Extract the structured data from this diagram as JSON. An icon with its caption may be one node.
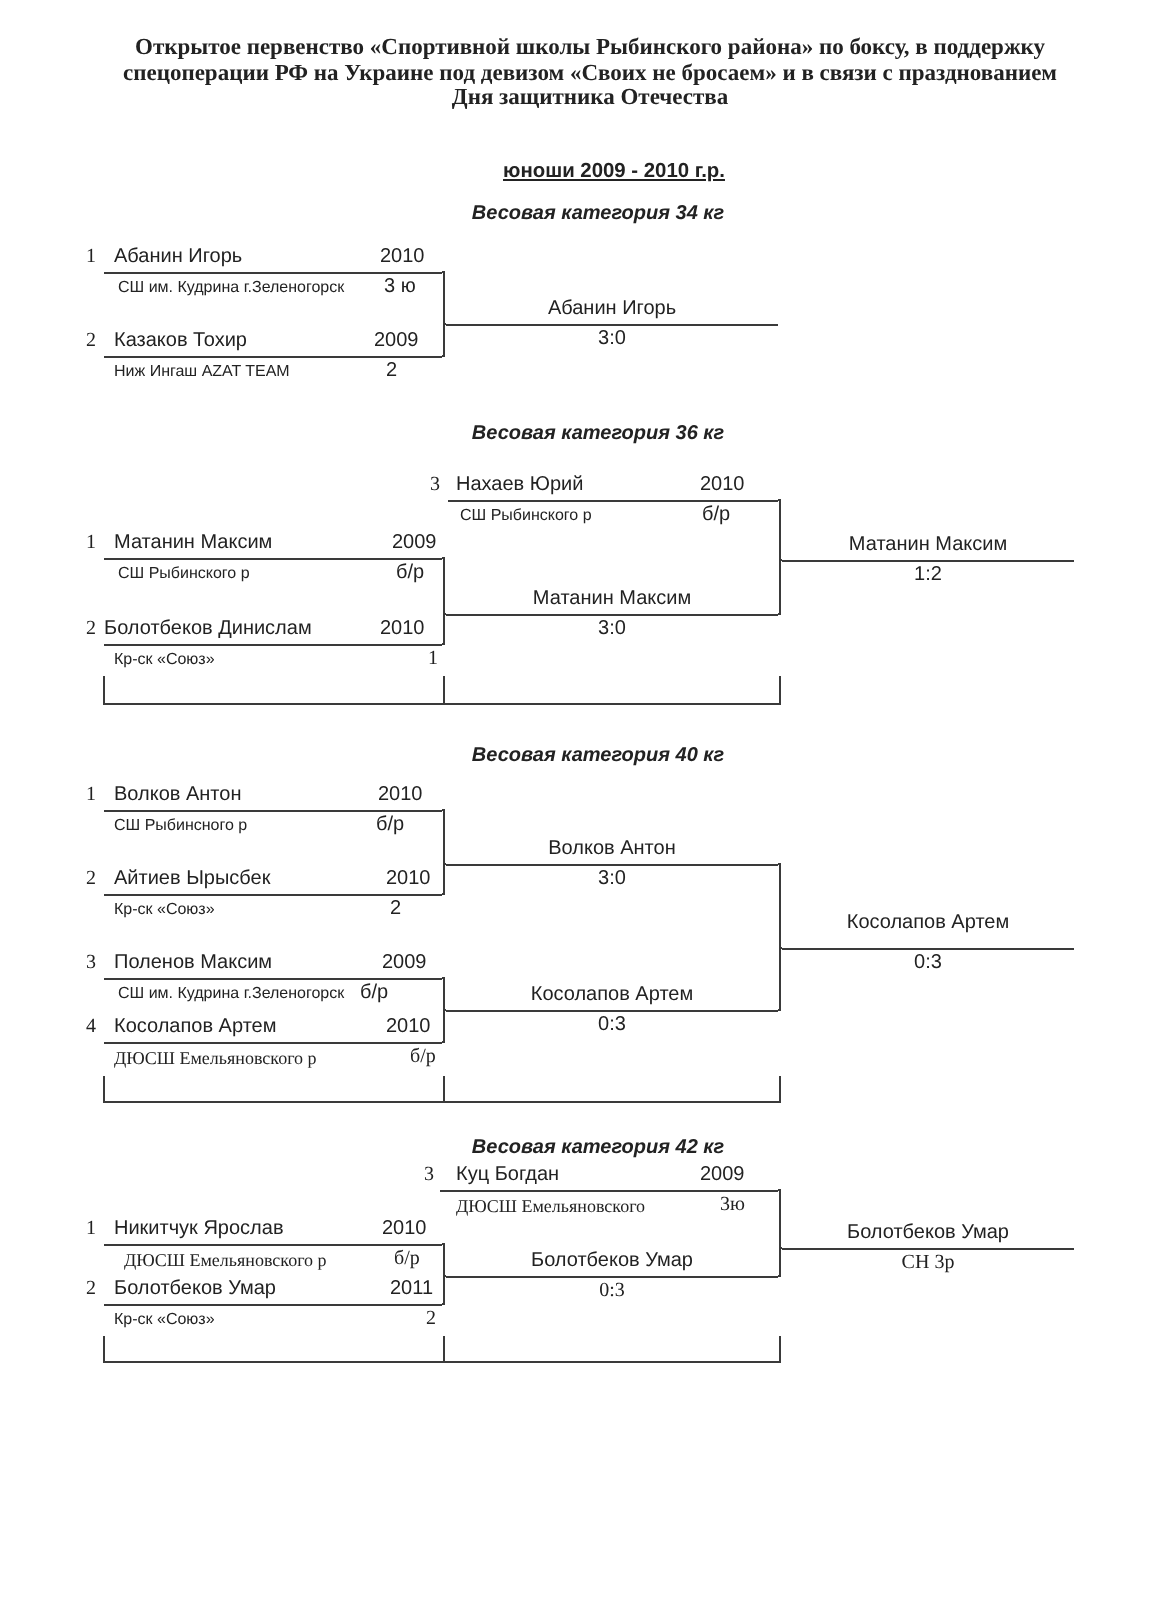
{
  "diagram": {
    "title": "Открытое первенство «Спортивной школы Рыбинского района» по боксу, в поддержку спецоперации РФ на Украине под девизом «Своих не бросаем» и в связи с празднованием Дня защитника Отечества",
    "nodes": [
      {
        "text": [
          "Абанин Игорь",
          "2010",
          "СШ им. Кудрина г.Зеленогорск",
          "3 ю"
        ],
        "beside": [
          "1"
        ]
      },
      {
        "text": [
          "Казаков Тохир",
          "2009",
          "Ниж Ингаш AZAT TEAM",
          "2"
        ],
        "beside": [
          "2"
        ]
      },
      {
        "text": [
          "Абанин Игорь",
          "3:0"
        ]
      },
      {
        "text": [
          "Нахаев Юрий",
          "2010",
          "СШ Рыбинского р",
          "б/р"
        ],
        "beside": [
          "3"
        ]
      },
      {
        "text": [
          "Матанин Максим",
          "2009",
          "СШ Рыбинского р",
          "б/р"
        ],
        "beside": [
          "1"
        ]
      },
      {
        "text": [
          "Болотбеков Динислам",
          "2010",
          "Кр-ск «Союз»",
          "1"
        ],
        "beside": [
          "2"
        ]
      },
      {
        "text": [
          "Матанин Максим",
          "3:0"
        ]
      },
      {
        "text": [
          "Матанин Максим",
          "1:2"
        ]
      },
      {
        "text": [
          "Волков Антон",
          "2010",
          "СШ Рыбинсного р",
          "б/р"
        ],
        "beside": [
          "1"
        ]
      },
      {
        "text": [
          "Айтиев Ырысбек",
          "2010",
          "Кр-ск «Союз»",
          "2"
        ],
        "beside": [
          "2"
        ]
      },
      {
        "text": [
          "Поленов Максим",
          "2009",
          "СШ им. Кудрина г.Зеленогорск",
          "б/р"
        ],
        "beside": [
          "3"
        ]
      },
      {
        "text": [
          "Косолапов Артем",
          "2010",
          "ДЮСШ Емельяновского р",
          "б/р"
        ],
        "beside": [
          "4"
        ]
      },
      {
        "text": [
          "Волков Антон",
          "3:0"
        ]
      },
      {
        "text": [
          "Косолапов Артем",
          "0:3"
        ]
      },
      {
        "text": [
          "Косолапов Артем",
          "0:3"
        ]
      },
      {
        "text": [
          "Куц Богдан",
          "2009",
          "ДЮСШ Емельяновского",
          "3ю"
        ],
        "beside": [
          "3"
        ]
      },
      {
        "text": [
          "Никитчук Ярослав",
          "2010",
          "ДЮСШ Емельяновского р",
          "б/р"
        ],
        "beside": [
          "1"
        ]
      },
      {
        "text": [
          "Болотбеков Умар",
          "2011",
          "Кр-ск «Союз»",
          "2"
        ],
        "beside": [
          "2"
        ]
      },
      {
        "text": [
          "Болотбеков Умар",
          "0:3"
        ]
      },
      {
        "text": [
          "Болотбеков Умар",
          "СН 3р"
        ]
      }
    ],
    "edges": [
      {
        "from": 0,
        "to": 2,
        "arrow": "none"
      },
      {
        "from": 1,
        "to": 2,
        "arrow": "none"
      },
      {
        "from": 4,
        "to": 6,
        "arrow": "none"
      },
      {
        "from": 5,
        "to": 6,
        "arrow": "none"
      },
      {
        "from": 3,
        "to": 7,
        "arrow": "none"
      },
      {
        "from": 6,
        "to": 7,
        "arrow": "none"
      },
      {
        "from": 8,
        "to": 12,
        "arrow": "none"
      },
      {
        "from": 9,
        "to": 12,
        "arrow": "none"
      },
      {
        "from": 10,
        "to": 13,
        "arrow": "none"
      },
      {
        "from": 11,
        "to": 13,
        "arrow": "none"
      },
      {
        "from": 12,
        "to": 14,
        "arrow": "none"
      },
      {
        "from": 13,
        "to": 14,
        "arrow": "none"
      },
      {
        "from": 16,
        "to": 18,
        "arrow": "none"
      },
      {
        "from": 17,
        "to": 18,
        "arrow": "none"
      },
      {
        "from": 15,
        "to": 19,
        "arrow": "none"
      },
      {
        "from": 18,
        "to": 19,
        "arrow": "none"
      }
    ],
    "labels": [
      "юноши 2009 - 2010 г.р.",
      "Весовая категория 34 кг",
      "Весовая категория 36 кг",
      "Весовая категория 40 кг",
      "Весовая категория 42 кг"
    ]
  }
}
